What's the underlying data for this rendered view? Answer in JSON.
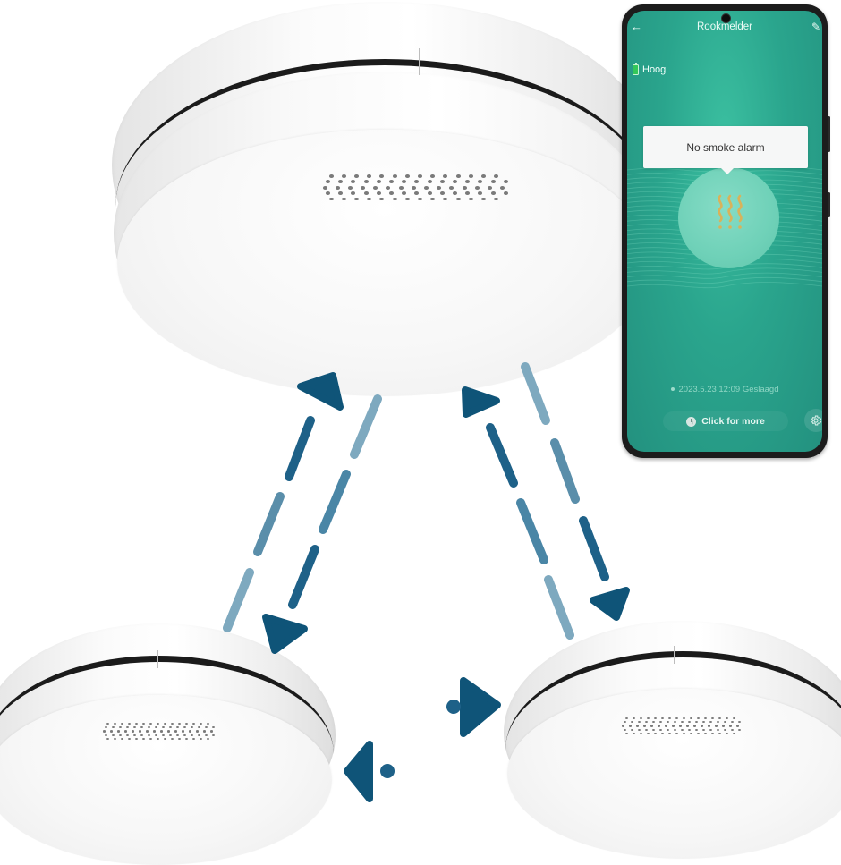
{
  "scene": {
    "description": "Three interconnected smoke detectors with wireless link arrows and a smartphone app",
    "detectors": [
      {
        "id": "top",
        "label": "main-detector"
      },
      {
        "id": "bottom-left",
        "label": "linked-detector-left"
      },
      {
        "id": "bottom-right",
        "label": "linked-detector-right"
      }
    ],
    "colors": {
      "arrow_dark": "#0f5478",
      "arrow_light": "#6d9fb8",
      "detector_band": "#1b1b1b",
      "detector_body": "#f6f6f6",
      "vent_dots": "#7a7a7a"
    }
  },
  "phone": {
    "app_bar": {
      "back_icon": "arrow-left-icon",
      "back_glyph": "←",
      "title": "Rookmelder",
      "edit_icon": "edit-icon",
      "edit_glyph": "✎"
    },
    "battery": {
      "icon": "battery-icon",
      "label": "Hoog"
    },
    "status": {
      "tooltip": "No smoke alarm",
      "icon": "smoke-icon"
    },
    "history": {
      "text": "2023.5.23 12:09 Geslaagd"
    },
    "more_button": {
      "icon": "clock-icon",
      "label": "Click for more"
    },
    "settings_button": {
      "icon": "gear-icon"
    },
    "colors": {
      "screen_bg": "#2aa58d",
      "screen_light": "#3bbfa0",
      "circle": "#6fd1b8",
      "smoke_icon": "#d9b25a",
      "tooltip_bg": "#f6f7f7",
      "battery_green": "#34c759"
    }
  }
}
